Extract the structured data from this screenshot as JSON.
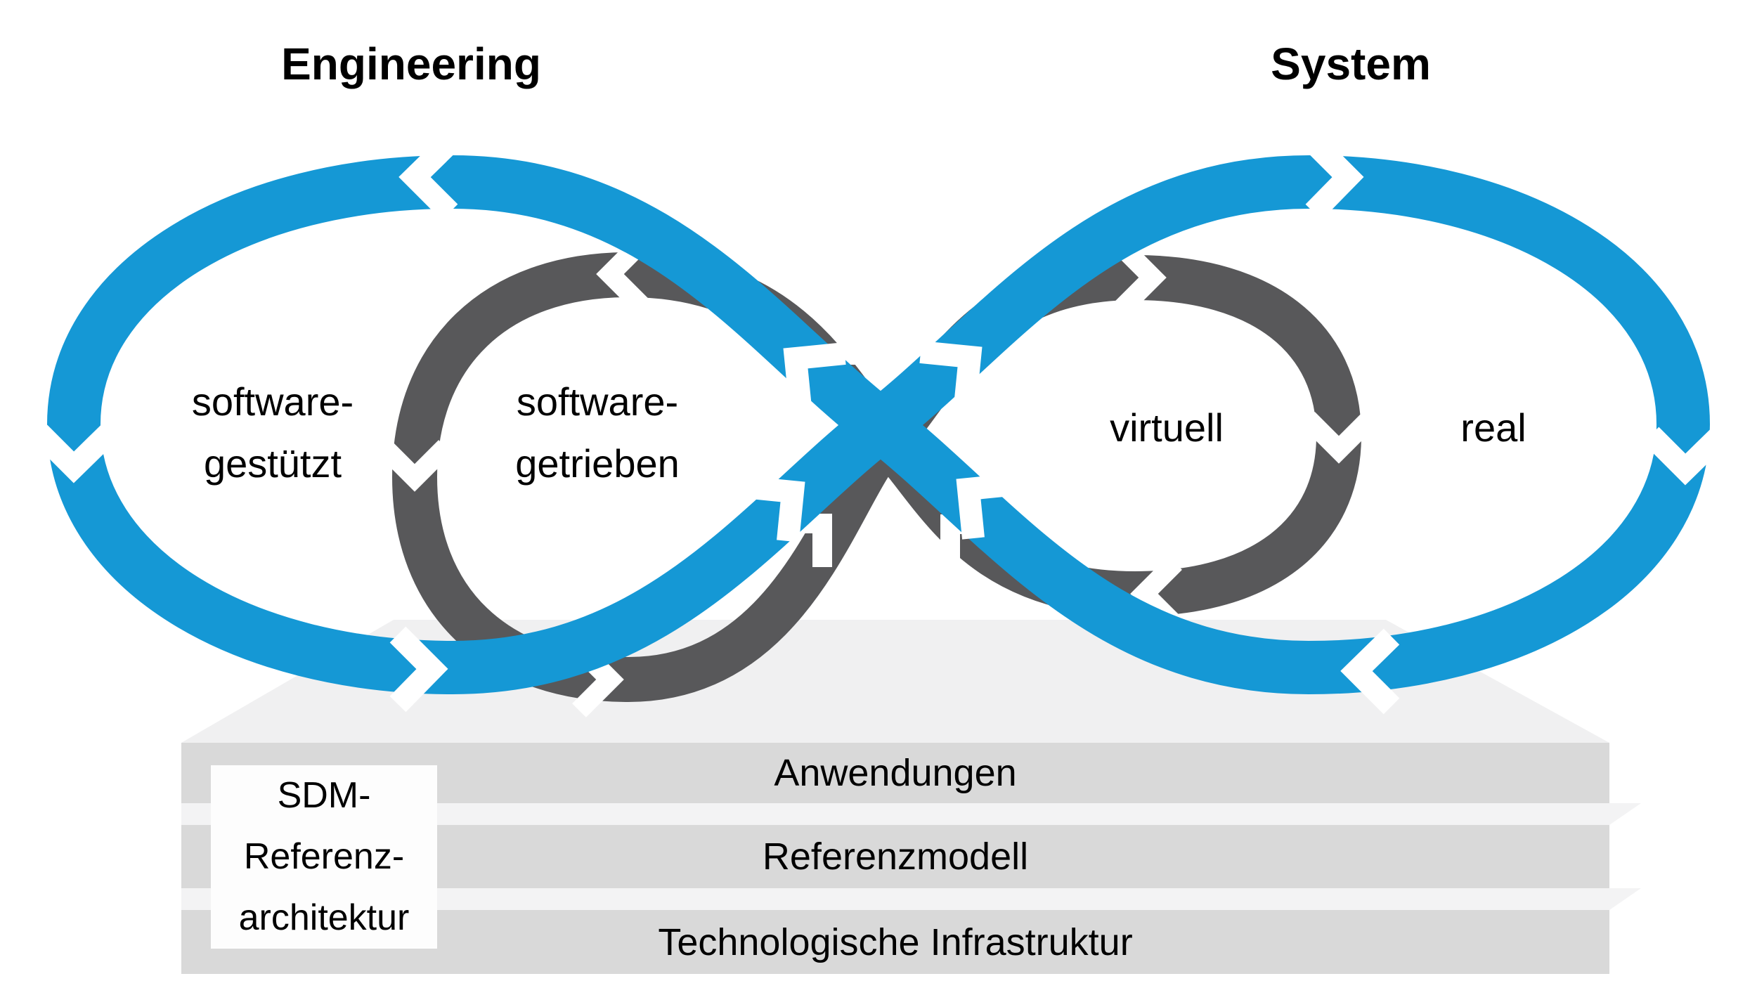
{
  "headers": {
    "left": "Engineering",
    "right": "System"
  },
  "loop_labels": {
    "outer_left_line1": "software-",
    "outer_left_line2": "gestützt",
    "inner_left_line1": "software-",
    "inner_left_line2": "getrieben",
    "inner_right": "virtuell",
    "outer_right": "real"
  },
  "architecture_stack": {
    "side_label_line1": "SDM-",
    "side_label_line2": "Referenz-",
    "side_label_line3": "architektur",
    "layers": [
      {
        "label": "Anwendungen"
      },
      {
        "label": "Referenzmodell"
      },
      {
        "label": "Technologische Infrastruktur"
      }
    ]
  },
  "colors": {
    "loop_blue": "#1598D5",
    "loop_gray": "#58585A",
    "layer_gray": "#D9D9D9",
    "platform_gray": "#F0F0F1",
    "strip_gray": "#F3F3F4",
    "box_white": "#FDFDFD",
    "text_black": "#000000"
  }
}
